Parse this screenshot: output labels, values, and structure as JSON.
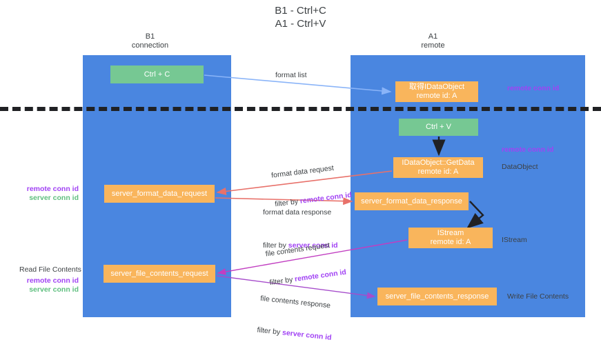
{
  "title": "B1 - Ctrl+C\nA1 - Ctrl+V",
  "columns": {
    "left": {
      "name": "B1",
      "role": "connection"
    },
    "right": {
      "name": "A1",
      "role": "remote"
    }
  },
  "boxes": {
    "ctrl_c": "Ctrl + C",
    "idataobject": "取得IDataObject\nremote id: A",
    "ctrl_v": "Ctrl + V",
    "getdata": "IDataObject::GetData\nremote id: A",
    "server_format_data_request": "server_format_data_request",
    "server_format_data_response": "server_format_data_response",
    "istream": "IStream\nremote id: A",
    "server_file_contents_request": "server_file_contents_request",
    "server_file_contents_response": "server_file_contents_response"
  },
  "edges": {
    "format_list": "format list",
    "format_data_request": "format data request",
    "format_data_request_filter_prefix": "filter by ",
    "format_data_request_filter_key": "remote conn id",
    "format_data_response": "format data response",
    "format_data_response_filter_prefix": "filter by ",
    "format_data_response_filter_key": "server conn id",
    "file_contents_request": "file contents request",
    "file_contents_request_filter_prefix": "filter by ",
    "file_contents_request_filter_key": "remote conn id",
    "file_contents_response": "file contents response",
    "file_contents_response_filter_prefix": "filter by ",
    "file_contents_response_filter_key": "server conn id"
  },
  "annotations": {
    "remote_conn_id_top": "remote conn id",
    "remote_conn_id_mid": "remote conn id",
    "dataobject": "DataObject",
    "istream": "IStream",
    "write_file_contents": "Write File Contents",
    "read_file_contents": "Read File Contents",
    "left_remote_conn_id_mid": "remote conn id",
    "left_server_conn_id_mid": "server conn id",
    "left_remote_conn_id_bot": "remote conn id",
    "left_server_conn_id_bot": "server conn id"
  },
  "colors": {
    "lane": "#4a86e0",
    "green_box": "#76c893",
    "orange_box": "#f9b55c",
    "purple": "#a142f4",
    "green_text": "#5fbf7f",
    "arrow_blue": "#8ab4f8",
    "arrow_red": "#e8716a",
    "arrow_magenta": "#c13ec1",
    "arrow_purple": "#a64ccb",
    "arrow_black": "#202124",
    "divider": "#202124"
  }
}
